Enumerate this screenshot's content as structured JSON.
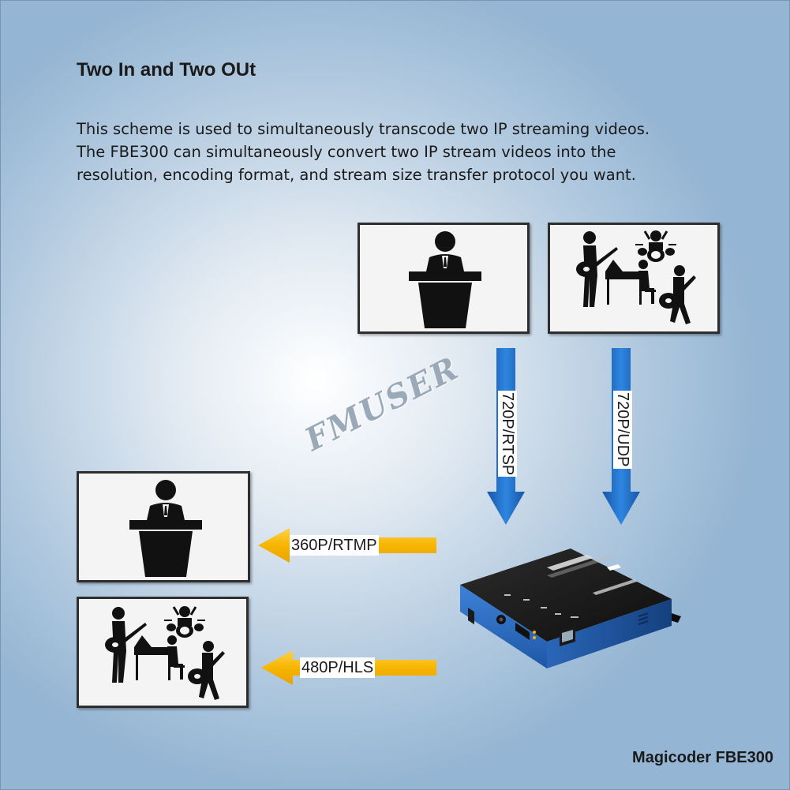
{
  "title": "Two In and Two OUt",
  "description": [
    "This scheme is used to simultaneously transcode two IP streaming videos.",
    "The FBE300 can simultaneously convert two IP stream videos into the",
    "resolution, encoding format, and stream size transfer protocol you want."
  ],
  "watermark": "FMUSER",
  "inputs": [
    {
      "label": "720P/RTSP",
      "icon": "speaker-podium-icon"
    },
    {
      "label": "720P/UDP",
      "icon": "band-musicians-icon"
    }
  ],
  "outputs": [
    {
      "label": "360P/RTMP",
      "icon": "speaker-podium-icon"
    },
    {
      "label": "480P/HLS",
      "icon": "band-musicians-icon"
    }
  ],
  "device": {
    "name": "Magicoder FBE300",
    "icon": "encoder-device-icon"
  },
  "colors": {
    "input_arrow": "#1f6fc4",
    "output_arrow": "#f7b500",
    "device_body": "#2a66b8"
  }
}
